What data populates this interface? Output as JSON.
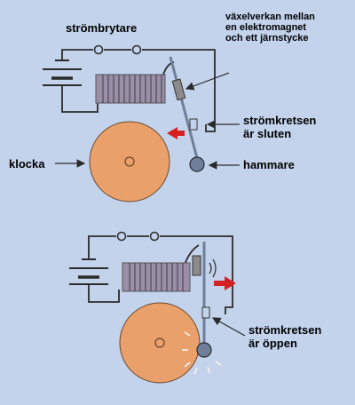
{
  "labels": {
    "switch": "strömbrytare",
    "interaction": "växelverkan mellan\nen elektromagnet\noch ett järnstycke",
    "circuit_closed": "strömkretsen\när sluten",
    "bell": "klocka",
    "hammer": "hammare",
    "circuit_open": "strömkretsen\när öppen"
  },
  "colors": {
    "background": "#c4d3ec",
    "bell": "#e9a06a",
    "coil": "#9a8fa6",
    "wire": "#2b2b2b",
    "arrow_red": "#d42020",
    "hammer": "#6f7f9a"
  }
}
